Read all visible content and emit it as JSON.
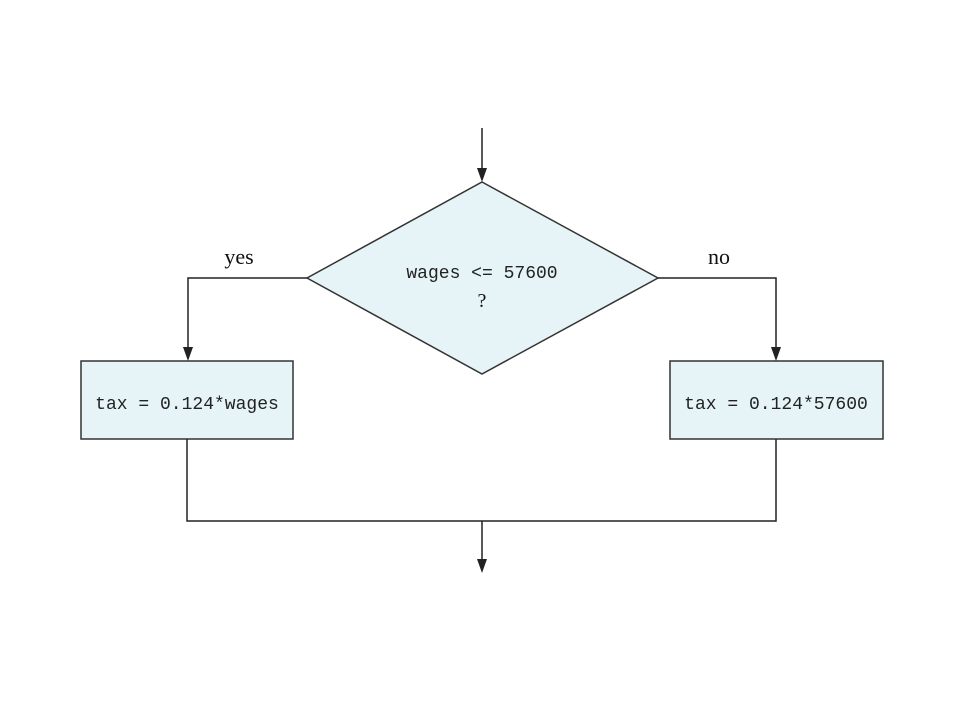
{
  "decision": {
    "condition": "wages <= 57600",
    "question_mark": "?"
  },
  "branches": {
    "yes_label": "yes",
    "no_label": "no"
  },
  "process_yes": {
    "text": "tax = 0.124*wages"
  },
  "process_no": {
    "text": "tax = 0.124*57600"
  },
  "colors": {
    "box_fill": "#e6f4f7",
    "stroke": "#333333"
  }
}
